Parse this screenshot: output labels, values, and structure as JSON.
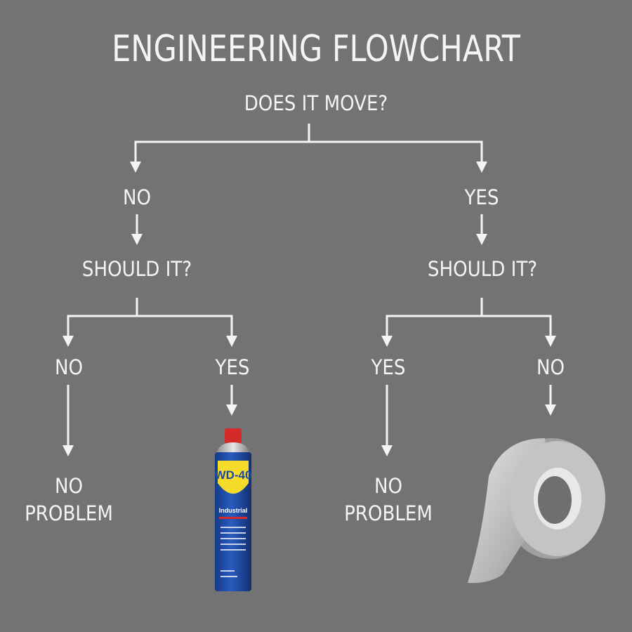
{
  "title": "ENGINEERING FLOWCHART",
  "root": {
    "question": "DOES IT MOVE?"
  },
  "branches": {
    "left": {
      "answer": "NO",
      "question": "SHOULD IT?",
      "outcomes": [
        {
          "answer": "NO",
          "result_line1": "NO",
          "result_line2": "PROBLEM"
        },
        {
          "answer": "YES",
          "result": "WD-40 can",
          "brand": "WD-40"
        }
      ]
    },
    "right": {
      "answer": "YES",
      "question": "SHOULD IT?",
      "outcomes": [
        {
          "answer": "YES",
          "result_line1": "NO",
          "result_line2": "PROBLEM"
        },
        {
          "answer": "NO",
          "result": "Duct tape"
        }
      ]
    }
  },
  "colors": {
    "background": "#737374",
    "foreground": "#f4f4f4",
    "wd40_blue": "#1f4aa0",
    "wd40_yellow": "#f5dc2a",
    "wd40_red": "#d42a2a"
  }
}
